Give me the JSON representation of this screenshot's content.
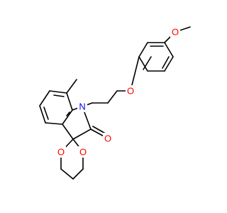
{
  "molecule": {
    "bond_color": "#000000",
    "atoms": {
      "O_methoxy": {
        "label": "O",
        "color": "#ff0000"
      },
      "O_ether": {
        "label": "O",
        "color": "#ff0000"
      },
      "N_indole": {
        "label": "N",
        "color": "#0000ff"
      },
      "O_carbonyl": {
        "label": "O",
        "color": "#ff0000"
      },
      "O_dioxane_left": {
        "label": "O",
        "color": "#ff0000"
      },
      "O_dioxane_right": {
        "label": "O",
        "color": "#ff0000"
      }
    }
  }
}
